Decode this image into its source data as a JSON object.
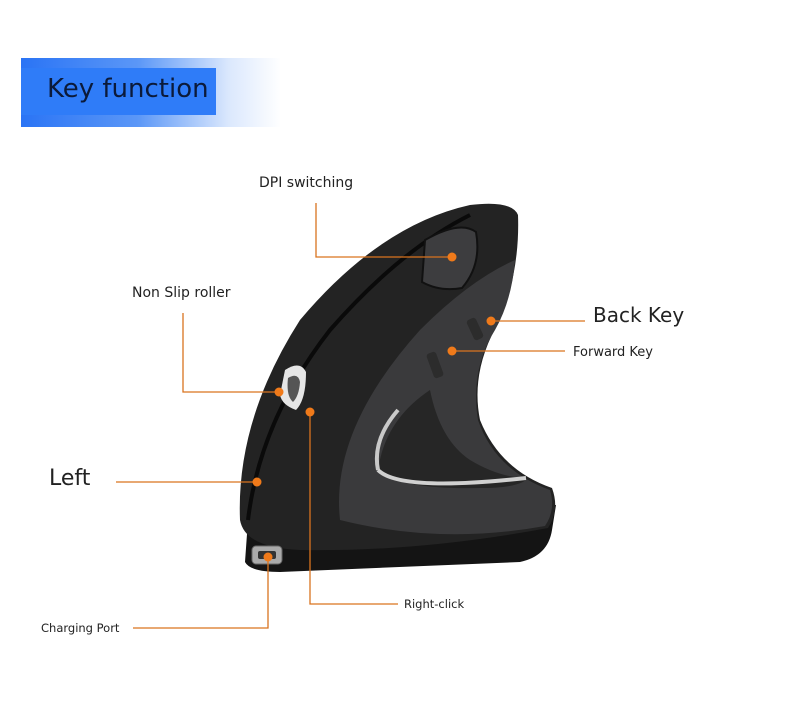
{
  "header": {
    "title": "Key function"
  },
  "labels": {
    "dpi": "DPI switching",
    "roller": "Non Slip roller",
    "left": "Left",
    "back": "Back Key",
    "forward": "Forward Key",
    "right_click": "Right-click",
    "charging": "Charging Port"
  },
  "colors": {
    "accent": "#2f7cf8",
    "leader": "#d9731f",
    "mouse_body": "#1e1e1e"
  }
}
